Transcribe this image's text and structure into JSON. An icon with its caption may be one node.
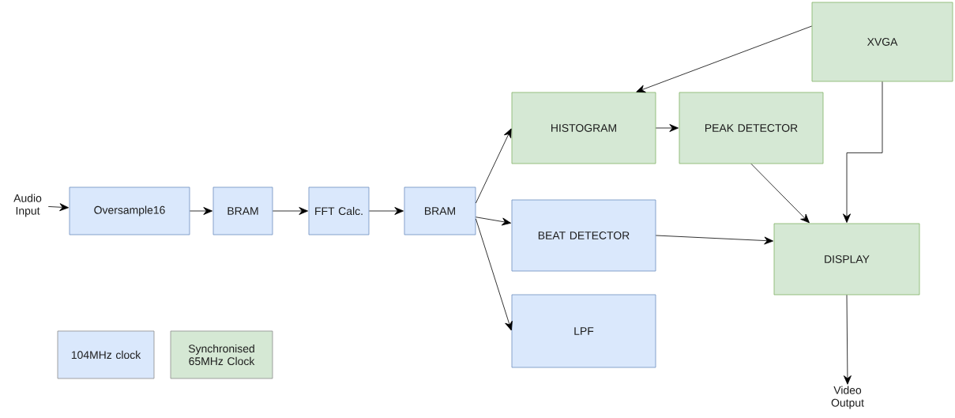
{
  "diagram": {
    "nodes": [
      {
        "text": [
          "Audio Input"
        ]
      },
      {
        "text": [
          "Oversample16"
        ]
      },
      {
        "text": [
          "BRAM"
        ]
      },
      {
        "text": [
          "FFT Calc."
        ]
      },
      {
        "text": [
          "BRAM"
        ]
      },
      {
        "text": [
          "HISTOGRAM"
        ]
      },
      {
        "text": [
          "PEAK DETECTOR"
        ]
      },
      {
        "text": [
          "XVGA"
        ]
      },
      {
        "text": [
          "BEAT DETECTOR"
        ]
      },
      {
        "text": [
          "DISPLAY"
        ]
      },
      {
        "text": [
          "LPF"
        ]
      },
      {
        "text": [
          "Video Output"
        ]
      }
    ],
    "edges": [
      {
        "from": 0,
        "to": 1,
        "arrow": "to"
      },
      {
        "from": 1,
        "to": 2,
        "arrow": "to"
      },
      {
        "from": 2,
        "to": 3,
        "arrow": "to"
      },
      {
        "from": 3,
        "to": 4,
        "arrow": "to"
      },
      {
        "from": 4,
        "to": 5,
        "arrow": "to"
      },
      {
        "from": 4,
        "to": 8,
        "arrow": "to"
      },
      {
        "from": 4,
        "to": 10,
        "arrow": "to"
      },
      {
        "from": 7,
        "to": 5,
        "arrow": "to"
      },
      {
        "from": 5,
        "to": 6,
        "arrow": "to"
      },
      {
        "from": 6,
        "to": 9,
        "arrow": "to"
      },
      {
        "from": 7,
        "to": 9,
        "arrow": "to"
      },
      {
        "from": 8,
        "to": 9,
        "arrow": "to"
      },
      {
        "from": 9,
        "to": 11,
        "arrow": "to"
      }
    ],
    "legend": [
      {
        "text": "104MHz clock",
        "color": "#dae8fc"
      },
      {
        "text": "Synchronised 65MHz Clock",
        "color": "#d5e8d4"
      }
    ]
  }
}
